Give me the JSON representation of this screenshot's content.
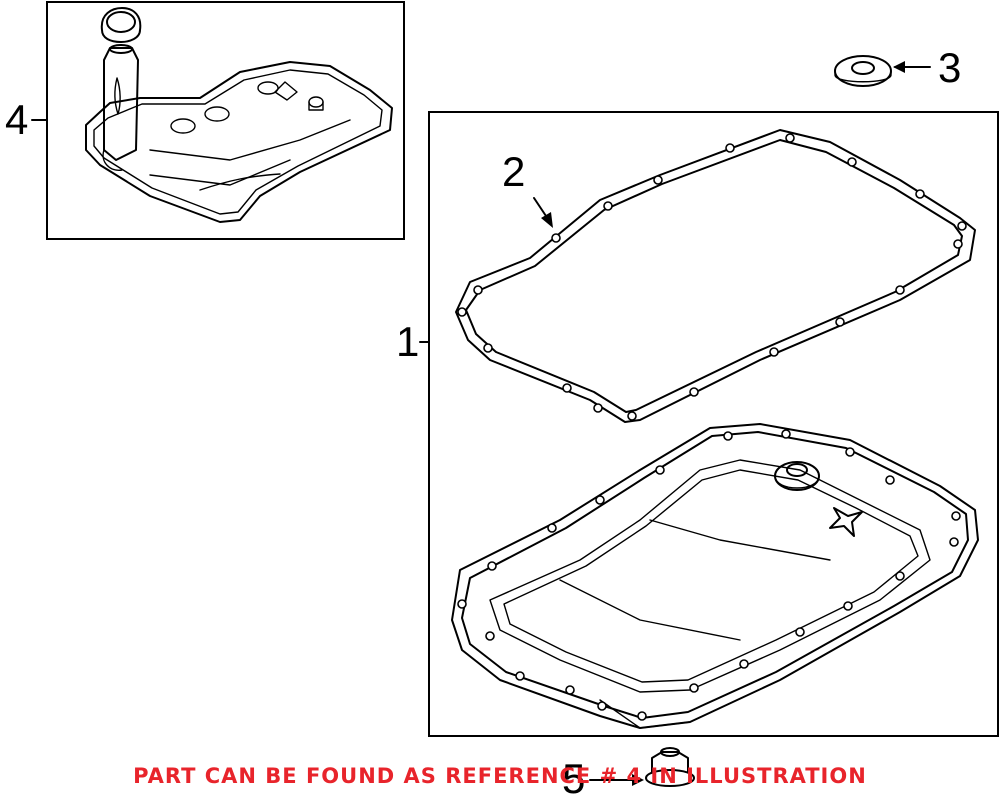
{
  "callouts": {
    "ref_1": "1",
    "ref_2": "2",
    "ref_3": "3",
    "ref_4": "4",
    "ref_5": "5"
  },
  "notice": {
    "text": "PART CAN BE FOUND AS REFERENCE # 4 IN ILLUSTRATION",
    "color": "#e8242b"
  },
  "colors": {
    "line": "#000000",
    "background": "#ffffff"
  }
}
